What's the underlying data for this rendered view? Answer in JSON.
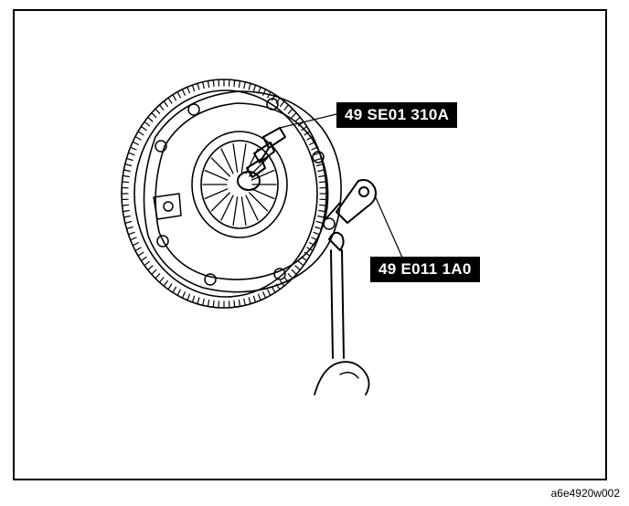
{
  "callouts": {
    "tool_1": "49 SE01 310A",
    "tool_2": "49 E011 1A0"
  },
  "figure_code": "a6e4920w002",
  "colors": {
    "ink": "#000000",
    "paper": "#ffffff"
  }
}
